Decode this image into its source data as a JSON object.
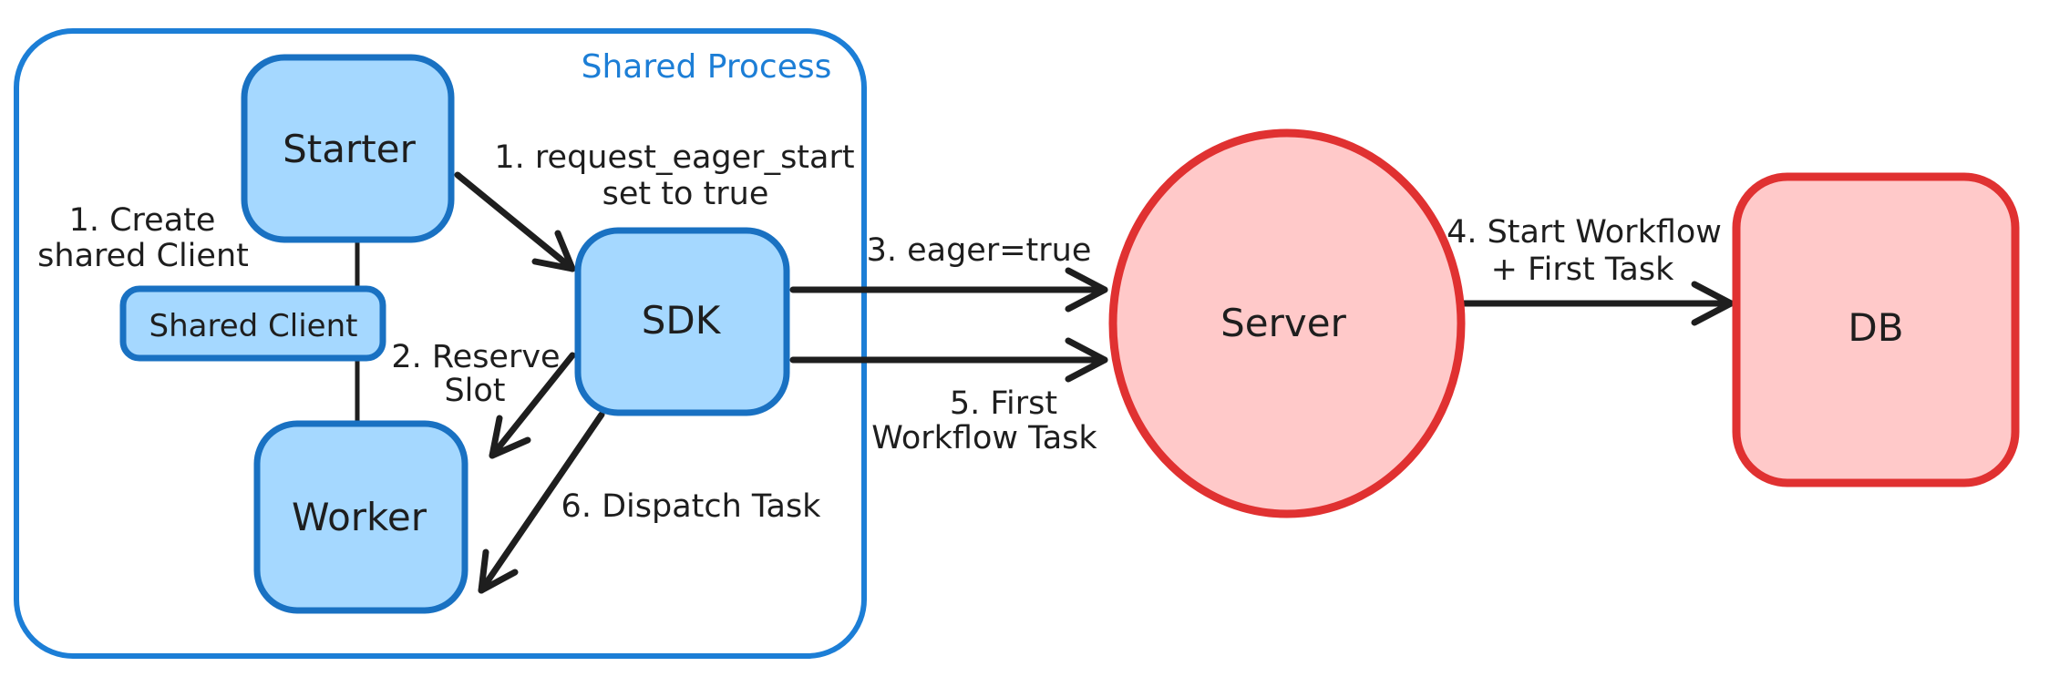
{
  "title": "Eager Workflow Start diagram",
  "colors": {
    "blue_stroke": "#1971c2",
    "blue_fill": "#a5d8ff",
    "container_stroke": "#1c7ed6",
    "red_stroke": "#e03131",
    "red_fill": "#ffc9c9",
    "ink": "#1e1e1e"
  },
  "container": {
    "label": "Shared Process"
  },
  "nodes": {
    "starter": {
      "label": "Starter"
    },
    "shared_client": {
      "label": "Shared Client"
    },
    "worker": {
      "label": "Worker"
    },
    "sdk": {
      "label": "SDK"
    },
    "server": {
      "label": "Server"
    },
    "db": {
      "label": "DB"
    }
  },
  "annotations": {
    "create_shared_client": {
      "line1": "1. Create",
      "line2": "shared Client"
    },
    "request_eager_start": {
      "line1": "1. request_eager_start",
      "line2": "set to true"
    },
    "reserve_slot": {
      "line1": "2. Reserve",
      "line2": "Slot"
    },
    "eager_true": {
      "text": "3. eager=true"
    },
    "start_workflow": {
      "line1": "4. Start Workflow",
      "line2": "+ First Task"
    },
    "first_workflow_task": {
      "line1": "5. First",
      "line2": "Workflow Task"
    },
    "dispatch_task": {
      "text": "6. Dispatch Task"
    }
  }
}
